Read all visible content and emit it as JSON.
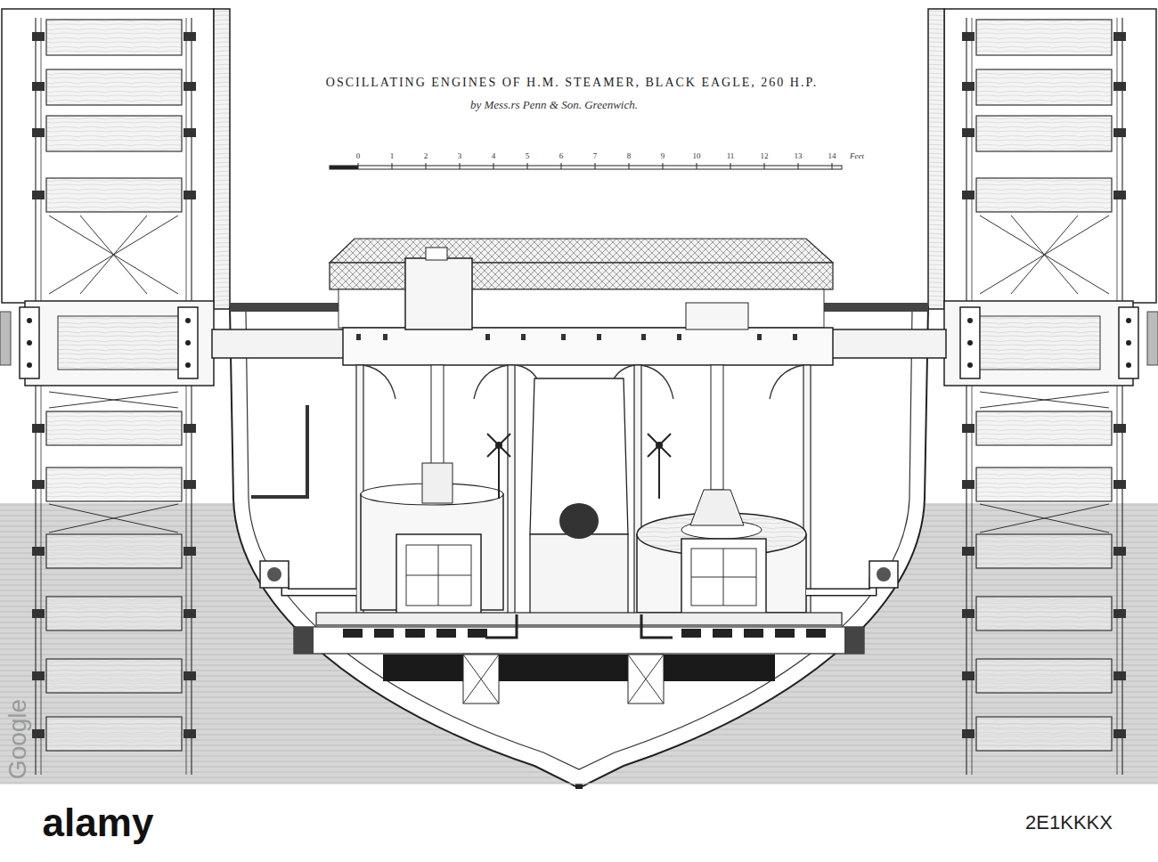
{
  "diagram": {
    "title": "OSCILLATING ENGINES OF H.M. STEAMER, BLACK EAGLE, 260 H.P.",
    "labels": [
      "by Mess.rs Penn & Son. Greenwich.",
      "0",
      "1",
      "2",
      "3",
      "4",
      "5",
      "6",
      "7",
      "8",
      "9",
      "10",
      "11",
      "12",
      "13",
      "14",
      "Feet",
      "Google",
      "alamy",
      "2E1KKKX"
    ]
  }
}
